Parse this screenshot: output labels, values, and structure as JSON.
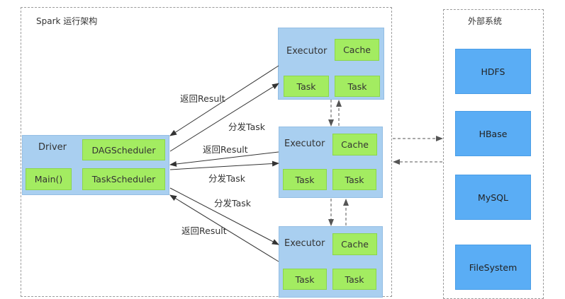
{
  "spark_frame": {
    "title": "Spark 运行架构"
  },
  "external_frame": {
    "title": "外部系统"
  },
  "driver": {
    "label": "Driver",
    "components": [
      "DAGScheduler",
      "Main()",
      "TaskScheduler"
    ]
  },
  "executors": [
    {
      "label": "Executor",
      "cache": "Cache",
      "tasks": [
        "Task",
        "Task"
      ]
    },
    {
      "label": "Executor",
      "cache": "Cache",
      "tasks": [
        "Task",
        "Task"
      ]
    },
    {
      "label": "Executor",
      "cache": "Cache",
      "tasks": [
        "Task",
        "Task"
      ]
    }
  ],
  "external_systems": [
    "HDFS",
    "HBase",
    "MySQL",
    "FileSystem"
  ],
  "arrows": {
    "return_result": "返回Result",
    "dispatch_task": "分发Task"
  },
  "colors": {
    "container_blue": "#a9cff0",
    "component_green": "#a3ec61",
    "external_blue": "#5aadf5",
    "frame_border": "#9a9a9a"
  }
}
